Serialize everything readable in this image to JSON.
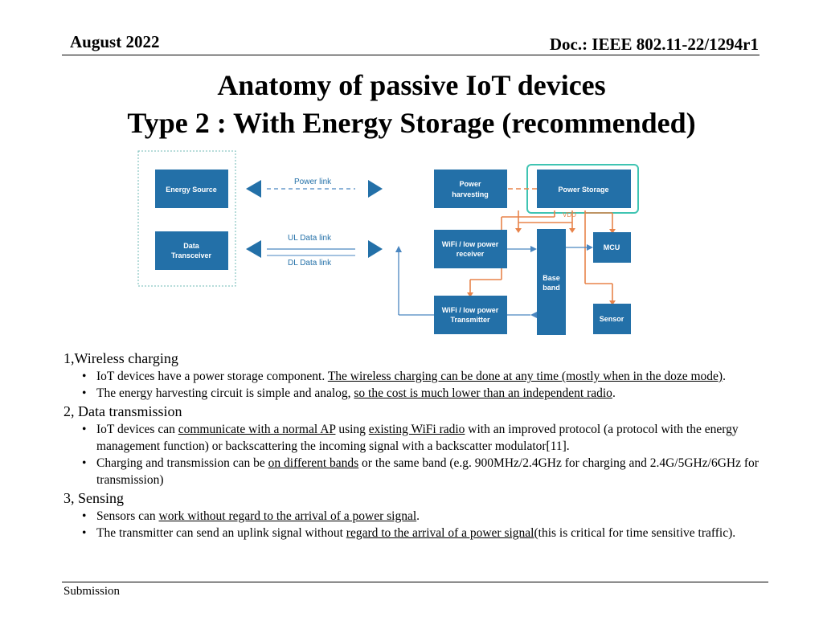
{
  "header": {
    "date": "August 2022",
    "doc": "Doc.: IEEE 802.11-22/1294r1"
  },
  "title": {
    "line1": "Anatomy of passive IoT devices",
    "line2": "Type 2 : With Energy Storage (recommended)"
  },
  "diagram": {
    "blocks": {
      "energy_source": "Energy Source",
      "data_transceiver_1": "Data",
      "data_transceiver_2": "Transceiver",
      "power_harvesting_1": "Power",
      "power_harvesting_2": "harvesting",
      "power_storage": "Power Storage",
      "wifi_rx_1": "WiFi / low power",
      "wifi_rx_2": "receiver",
      "wifi_tx_1": "WiFi / low power",
      "wifi_tx_2": "Transmitter",
      "baseband_1": "Base",
      "baseband_2": "band",
      "mcu": "MCU",
      "sensor": "Sensor"
    },
    "labels": {
      "power_link": "Power link",
      "ul_link": "UL Data link",
      "dl_link": "DL Data link",
      "vdd": "VDD"
    },
    "colors": {
      "block": "#2370a8",
      "orange": "#e8834a",
      "teal": "#3fc4b2",
      "link": "#4a86c0"
    }
  },
  "sections": [
    {
      "heading": "1,Wireless charging",
      "bullets": [
        [
          {
            "t": "IoT devices have a power storage component. "
          },
          {
            "t": "The wireless charging can be done at any time (mostly when in the doze mode)",
            "u": true
          },
          {
            "t": "."
          }
        ],
        [
          {
            "t": "The energy harvesting circuit is simple and analog, "
          },
          {
            "t": "so the cost is much lower than an independent radio",
            "u": true
          },
          {
            "t": "."
          }
        ]
      ]
    },
    {
      "heading": "2, Data transmission",
      "bullets": [
        [
          {
            "t": "IoT devices can "
          },
          {
            "t": "communicate with a normal AP",
            "u": true
          },
          {
            "t": " using "
          },
          {
            "t": "existing WiFi radio",
            "u": true
          },
          {
            "t": " with an improved protocol (a protocol with the energy management function) or backscattering the incoming signal with a backscatter modulator[11]."
          }
        ],
        [
          {
            "t": "Charging and transmission can be "
          },
          {
            "t": "on different bands",
            "u": true
          },
          {
            "t": " or the same band (e.g. 900MHz/2.4GHz for charging and 2.4G/5GHz/6GHz for transmission)"
          }
        ]
      ]
    },
    {
      "heading": "3, Sensing",
      "bullets": [
        [
          {
            "t": "Sensors can "
          },
          {
            "t": "work without regard to the arrival of a power signal",
            "u": true
          },
          {
            "t": "."
          }
        ],
        [
          {
            "t": "The transmitter can send an uplink signal without "
          },
          {
            "t": "regard to the arrival of a power signal",
            "u": true
          },
          {
            "t": "(this is critical for time sensitive traffic)."
          }
        ]
      ]
    }
  ],
  "footer": {
    "submission": "Submission"
  }
}
